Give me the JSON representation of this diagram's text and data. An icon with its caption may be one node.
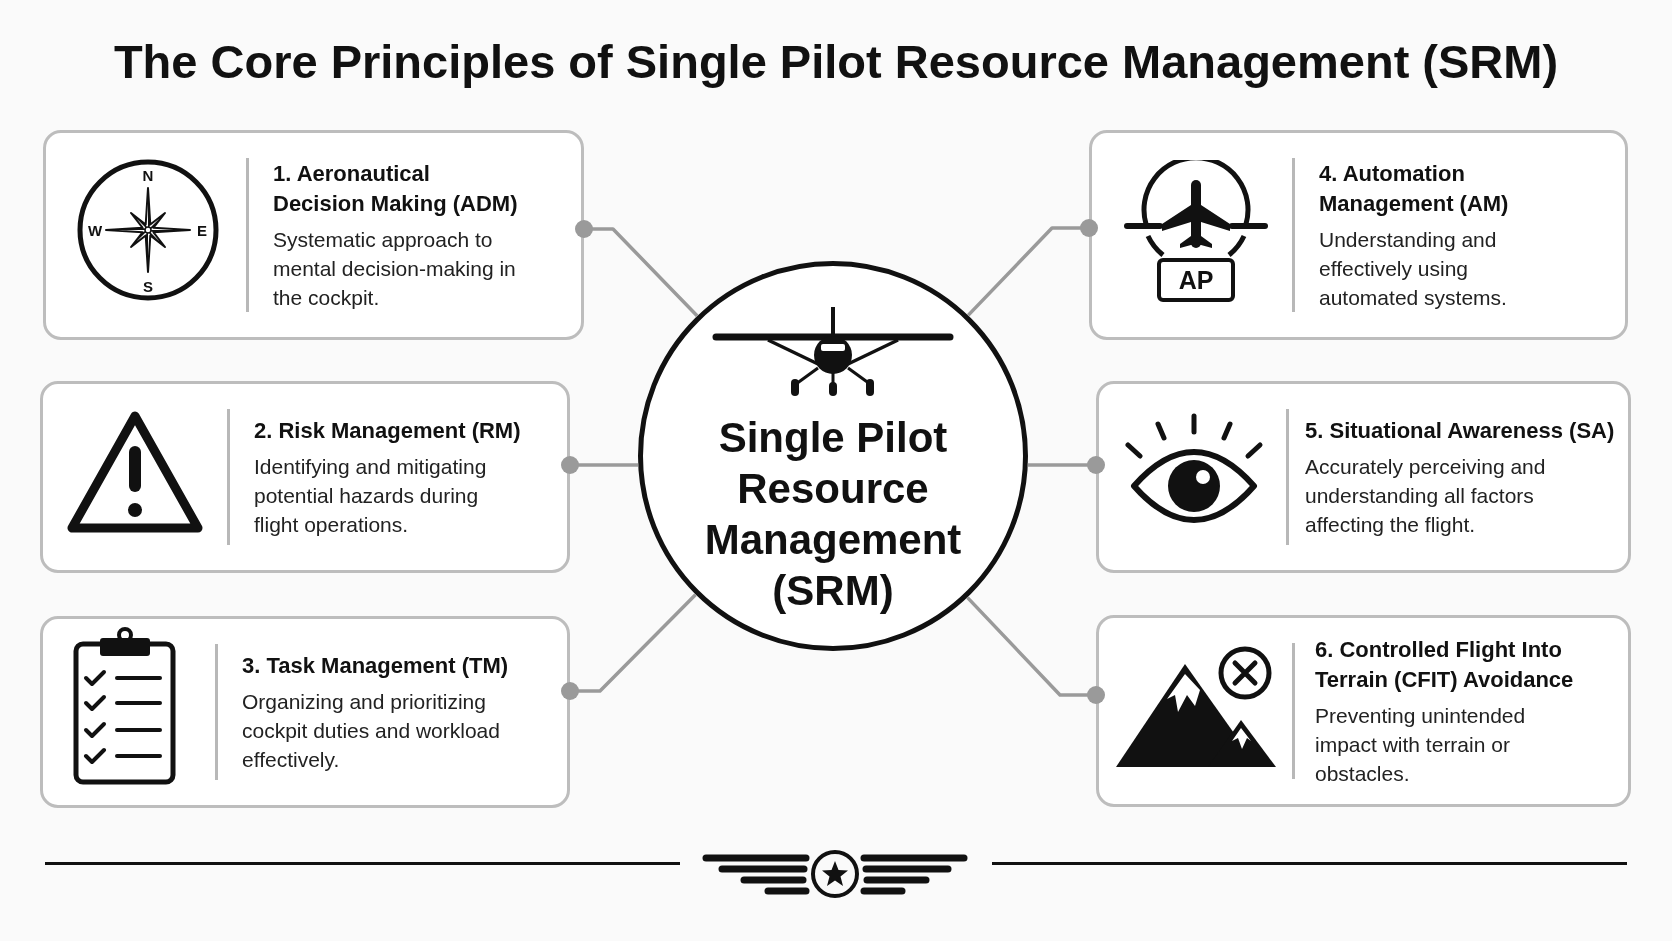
{
  "diagram": {
    "title": "The Core Principles of Single Pilot Resource Management (SRM)",
    "nodes": [
      {
        "text": [
          "1. Aeronautical Decision Making (ADM)",
          "Systematic approach to mental decision-making in the cockpit."
        ]
      },
      {
        "text": [
          "2. Risk Management (RM)",
          "Identifying and mitigating potential hazards during flight operations."
        ]
      },
      {
        "text": [
          "3. Task Management (TM)",
          "Organizing and prioritizing cockpit duties and workload effectively."
        ]
      },
      {
        "text": [
          "4. Automation Management (AM)",
          "Understanding and effectively using automated systems."
        ]
      },
      {
        "text": [
          "5. Situational Awareness (SA)",
          "Accurately perceiving and understanding all factors affecting the flight."
        ]
      },
      {
        "text": [
          "6. Controlled Flight Into Terrain (CFIT) Avoidance",
          "Preventing unintended impact with terrain or obstacles."
        ]
      },
      {
        "text": [
          "Single Pilot Resource Management (SRM)"
        ]
      }
    ],
    "edges": [
      {
        "from": 6,
        "to": 0,
        "arrow": "other"
      },
      {
        "from": 6,
        "to": 1,
        "arrow": "other"
      },
      {
        "from": 6,
        "to": 2,
        "arrow": "other"
      },
      {
        "from": 6,
        "to": 3,
        "arrow": "other"
      },
      {
        "from": 6,
        "to": 4,
        "arrow": "other"
      },
      {
        "from": 6,
        "to": 5,
        "arrow": "other"
      }
    ],
    "labels": [
      "N",
      "W",
      "E",
      "S",
      "AP"
    ]
  }
}
